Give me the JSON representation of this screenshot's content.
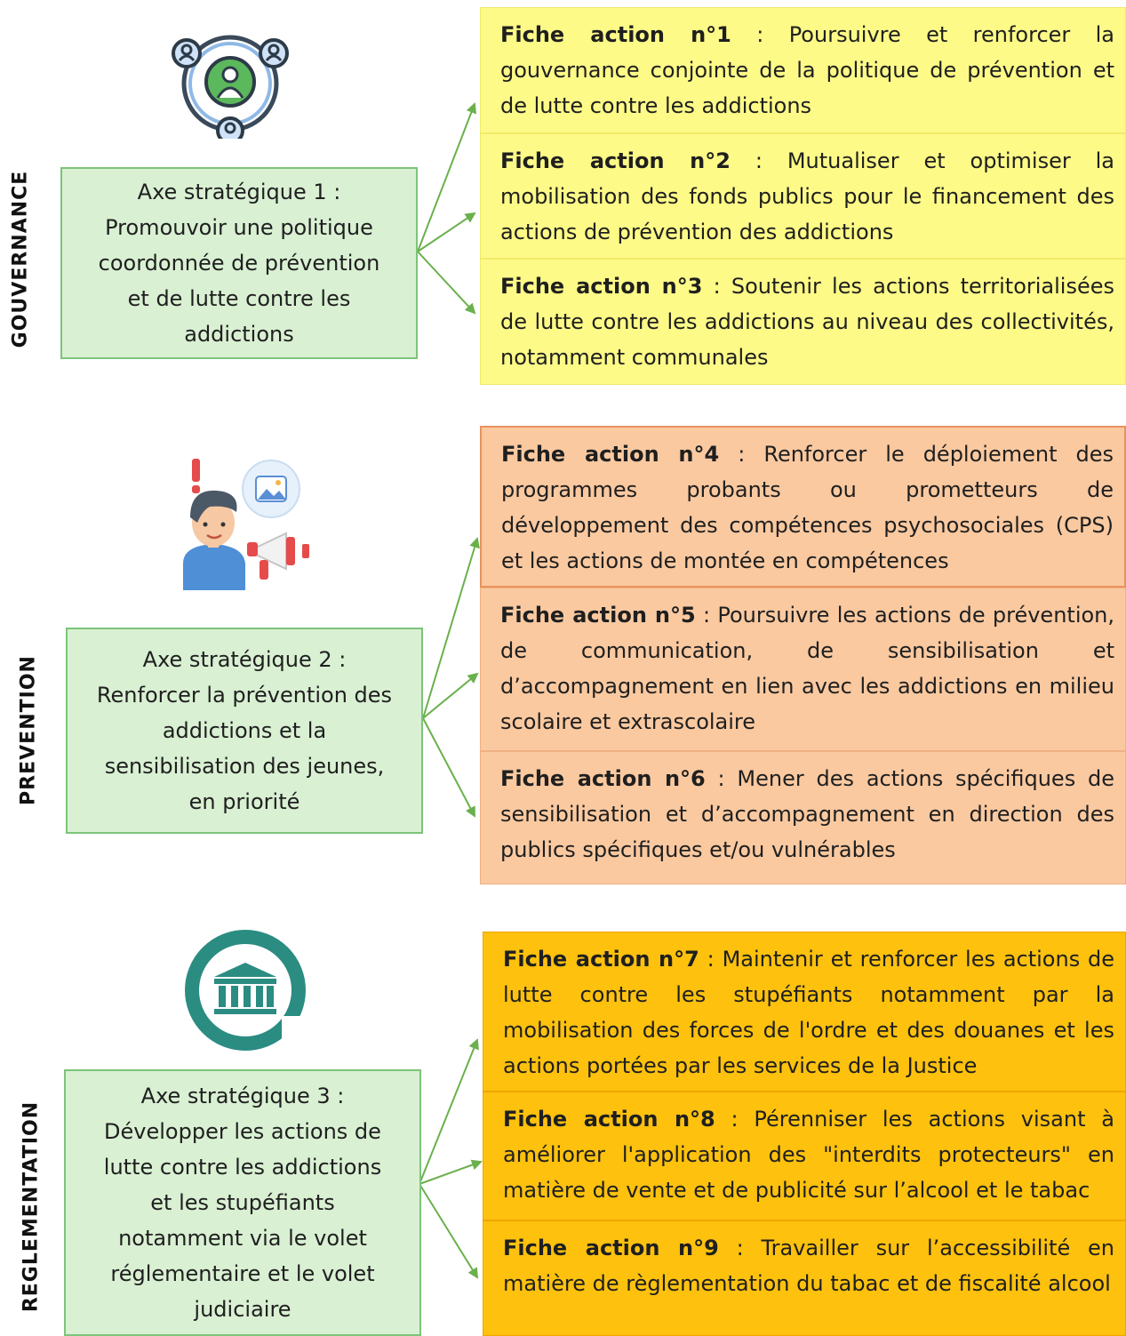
{
  "sections": [
    {
      "label": "GOUVERNANCE",
      "icon": "people-network-icon",
      "axe": {
        "title": "Axe stratégique 1 :",
        "text": [
          "Promouvoir une politique",
          "coordonnée de prévention",
          "et de lutte contre les",
          "addictions"
        ]
      },
      "fiches": [
        {
          "num": "Fiche action n°1",
          "sep": " : ",
          "text": "Poursuivre et renforcer la gouvernance conjointe de la politique de prévention et de lutte contre les addictions"
        },
        {
          "num": "Fiche action n°2",
          "sep": " : ",
          "text": "Mutualiser et optimiser la mobilisation des fonds publics pour le financement des actions de prévention des addictions"
        },
        {
          "num": "Fiche action n°3",
          "sep": " : ",
          "text": "Soutenir les actions territorialisées de lutte contre les addictions au niveau des collectivités, notamment communales"
        }
      ]
    },
    {
      "label": "PREVENTION",
      "icon": "person-megaphone-icon",
      "axe": {
        "title": "Axe stratégique 2 :",
        "text": [
          "Renforcer la prévention des",
          "addictions et la",
          "sensibilisation des jeunes,",
          "en priorité"
        ]
      },
      "fiches": [
        {
          "num": "Fiche action n°4",
          "sep": " : ",
          "text": "Renforcer le déploiement des programmes probants ou prometteurs de développement des compétences psychosociales (CPS) et les actions de montée en compétences"
        },
        {
          "num": "Fiche action n°5",
          "sep": " :  ",
          "text": "Poursuivre les actions de prévention, de communication, de sensibilisation et d’accompagnement en lien avec les addictions en milieu scolaire et extrascolaire"
        },
        {
          "num": "Fiche action n°6",
          "sep": " :  ",
          "text": "Mener des actions spécifiques de sensibilisation et d’accompagnement en direction des publics spécifiques et/ou vulnérables"
        }
      ]
    },
    {
      "label": "REGLEMENTATION",
      "icon": "institution-building-icon",
      "axe": {
        "title": "Axe stratégique 3 :",
        "text": [
          "Développer les actions de",
          "lutte contre les addictions",
          "et les stupéfiants",
          "notamment via le volet",
          "réglementaire et le volet",
          "judiciaire"
        ]
      },
      "fiches": [
        {
          "num": "Fiche action n°7",
          "sep": " : ",
          "text": "Maintenir et renforcer les actions de lutte contre les stupéfiants notamment par la mobilisation des forces de l'ordre et des douanes et les actions portées par les services de la Justice"
        },
        {
          "num": "Fiche action n°8",
          "sep": " : ",
          "text": "Pérenniser les actions visant à améliorer l'application des \"interdits protecteurs\" en matière de vente et de publicité sur l’alcool et le tabac"
        },
        {
          "num": "Fiche action n°9",
          "sep": " : ",
          "text": "Travailler sur l’accessibilité en matière de règlementation du tabac et de fiscalité alcool"
        }
      ]
    }
  ],
  "colors": {
    "green_box": "#d9f0d3",
    "green_border": "#7cc47a",
    "arrow": "#6ab04c",
    "yellow": "#fdfa87",
    "peach": "#fac9a0",
    "orange": "#fdc10e"
  }
}
